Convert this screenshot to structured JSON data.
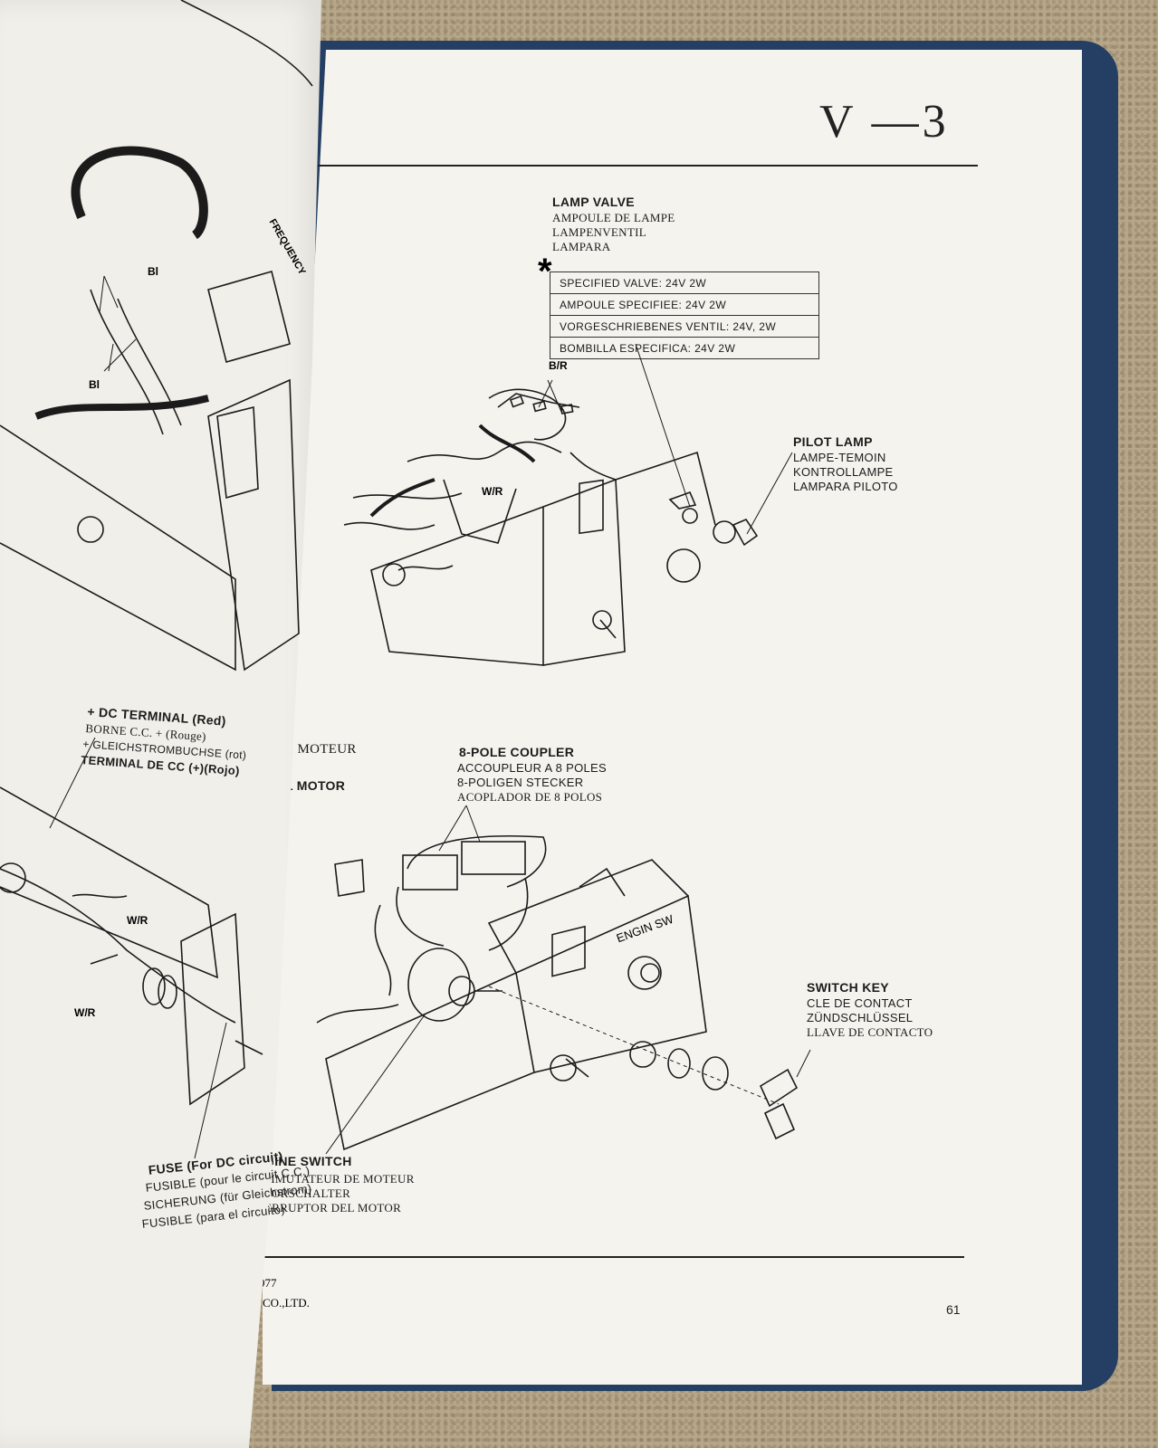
{
  "page": {
    "section_title": "V —3",
    "page_number": "61",
    "footer_left": [
      "977",
      "CO.,LTD."
    ]
  },
  "asterisk": "*",
  "lamp_valve": {
    "title": "LAMP VALVE",
    "lines": [
      "AMPOULE DE LAMPE",
      "LAMPENVENTIL",
      "LAMPARA"
    ]
  },
  "spec_table": [
    "SPECIFIED VALVE: 24V 2W",
    "AMPOULE SPECIFIEE: 24V 2W",
    "VORGESCHRIEBENES VENTIL: 24V, 2W",
    "BOMBILLA ESPECIFICA: 24V 2W"
  ],
  "pilot_lamp": {
    "title": "PILOT LAMP",
    "lines": [
      "LAMPE-TEMOIN",
      "KONTROLLAMPE",
      "LAMPARA PILOTO"
    ]
  },
  "wire_labels": {
    "br": "B/R",
    "wr_top": "W/R",
    "bl1": "Bl",
    "bl2": "Bl",
    "wr_left1": "W/R",
    "wr_left2": "W/R"
  },
  "coupler": {
    "title": "8-POLE COUPLER",
    "lines": [
      "ACCOUPLEUR A 8 POLES",
      "8-POLIGEN STECKER",
      "ACOPLADOR DE 8 POLOS"
    ]
  },
  "switch_key": {
    "title": "SWITCH KEY",
    "lines": [
      "CLE DE CONTACT",
      "ZÜNDSCHLÜSSEL",
      "LLAVE DE CONTACTO"
    ]
  },
  "panel_label": "ENGIN SW",
  "engine_switch": {
    "title": "GINE SWITCH",
    "lines": [
      "MMUTATEUR DE MOTEUR",
      "TORSCHALTER",
      "ERRUPTOR DEL MOTOR"
    ]
  },
  "left_page": {
    "dc_terminal": {
      "title": "+ DC TERMINAL (Red)",
      "lines": [
        "BORNE C.C. + (Rouge)",
        "+ GLEICHSTROMBUCHSE (rot)",
        "TERMINAL DE CC (+)(Rojo)"
      ]
    },
    "motor_fragments": [
      "E MOTEUR",
      "L MOTOR"
    ],
    "fuse": {
      "title": "FUSE (For DC circuit)",
      "lines": [
        "FUSIBLE (pour le circuit C.C.)",
        "SICHERUNG (für Gleichstrom)",
        "FUSIBLE (para el circuito)"
      ]
    },
    "frequency": "FREQUENCY"
  },
  "colors": {
    "cover": "#243f63",
    "paper": "#f5f3ee",
    "ink": "#1b1b1b"
  }
}
